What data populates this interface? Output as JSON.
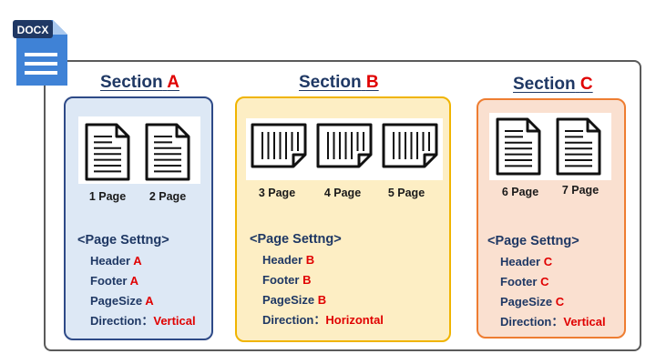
{
  "badge": {
    "label": "DOCX",
    "color": "#1f3864"
  },
  "colors": {
    "accent": "#e00000",
    "title": "#1f3864"
  },
  "sections": [
    {
      "title_prefix": "Section",
      "title_letter": "A",
      "border": "#2e4a87",
      "fill": "#dde8f5",
      "pages": [
        {
          "label": "1 Page",
          "orientation": "portrait"
        },
        {
          "label": "2 Page",
          "orientation": "portrait"
        }
      ],
      "settings_heading": "<Page Settng>",
      "settings": [
        {
          "key": "Header",
          "sep": " ",
          "value": "A"
        },
        {
          "key": "Footer",
          "sep": " ",
          "value": "A"
        },
        {
          "key": "PageSize",
          "sep": " ",
          "value": "A"
        },
        {
          "key": "Direction",
          "sep": "：",
          "value": "Vertical"
        }
      ]
    },
    {
      "title_prefix": "Section",
      "title_letter": "B",
      "border": "#f0b400",
      "fill": "#fdeec4",
      "pages": [
        {
          "label": "3 Page",
          "orientation": "landscape"
        },
        {
          "label": "4 Page",
          "orientation": "landscape"
        },
        {
          "label": "5 Page",
          "orientation": "landscape"
        }
      ],
      "settings_heading": "<Page Settng>",
      "settings": [
        {
          "key": "Header",
          "sep": " ",
          "value": "B"
        },
        {
          "key": "Footer",
          "sep": " ",
          "value": "B"
        },
        {
          "key": "PageSize",
          "sep": " ",
          "value": "B"
        },
        {
          "key": "Direction",
          "sep": "：",
          "value": "Horizontal"
        }
      ]
    },
    {
      "title_prefix": "Section",
      "title_letter": "C",
      "border": "#ee7d31",
      "fill": "#fae0d0",
      "pages": [
        {
          "label": "6 Page",
          "orientation": "portrait"
        },
        {
          "label": "7 Page",
          "orientation": "portrait"
        }
      ],
      "settings_heading": "<Page Settng>",
      "settings": [
        {
          "key": "Header",
          "sep": " ",
          "value": "C"
        },
        {
          "key": "Footer",
          "sep": " ",
          "value": "C"
        },
        {
          "key": "PageSize",
          "sep": " ",
          "value": "C"
        },
        {
          "key": "Direction",
          "sep": "：",
          "value": "Vertical"
        }
      ]
    }
  ]
}
